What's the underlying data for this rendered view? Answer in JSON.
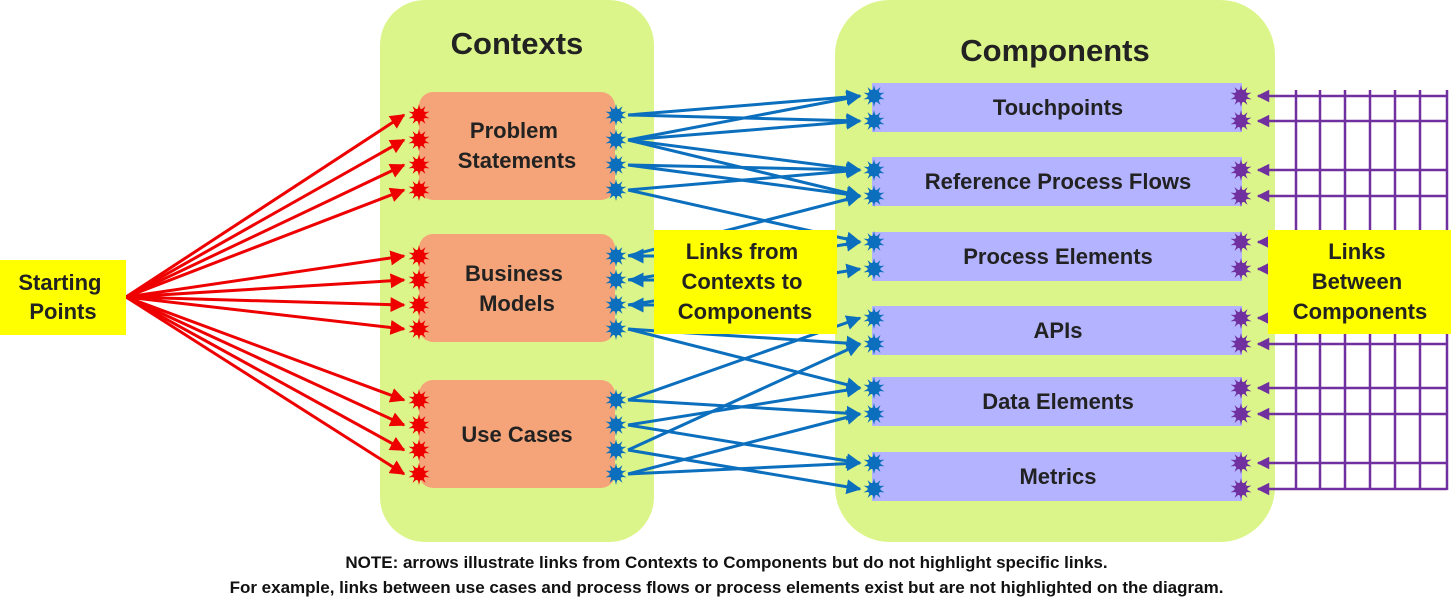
{
  "contexts": {
    "title": "Contexts",
    "items": [
      {
        "lines": [
          "Problem",
          "Statements"
        ]
      },
      {
        "lines": [
          "Business",
          "Models"
        ]
      },
      {
        "lines": [
          "Use Cases"
        ]
      }
    ]
  },
  "components": {
    "title": "Components",
    "items": [
      {
        "label": "Touchpoints"
      },
      {
        "label": "Reference Process Flows"
      },
      {
        "label": "Process Elements"
      },
      {
        "label": "APIs"
      },
      {
        "label": "Data Elements"
      },
      {
        "label": "Metrics"
      }
    ]
  },
  "callouts": {
    "starting_points": [
      "Starting",
      "Points"
    ],
    "links_contexts_components": [
      "Links from",
      "Contexts to",
      "Components"
    ],
    "links_between_components": [
      "Links",
      "Between",
      "Components"
    ]
  },
  "note": {
    "line1": "NOTE: arrows illustrate links from Contexts to Components but do not highlight specific links.",
    "line2": "For example, links between use cases and process flows or process elements exist but are not highlighted on the diagram."
  },
  "colors": {
    "panel": "#dcf58a",
    "context_box": "#f4a478",
    "component_box": "#b3b3ff",
    "red_arrow": "#ee0000",
    "blue_arrow": "#0b6fbe",
    "purple": "#7030a0",
    "callout": "#ffff00"
  }
}
